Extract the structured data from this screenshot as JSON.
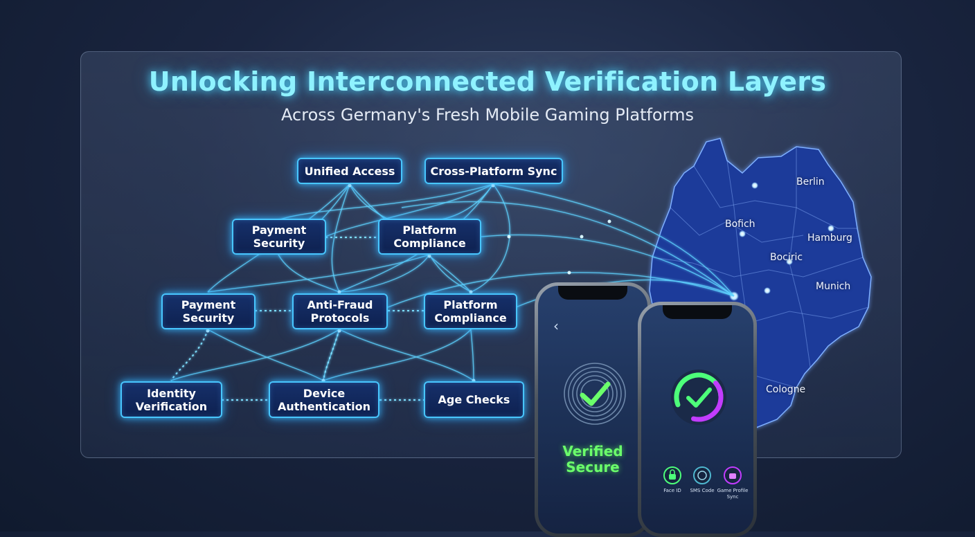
{
  "header": {
    "title": "Unlocking Interconnected Verification Layers",
    "subtitle": "Across Germany's Fresh Mobile Gaming Platforms"
  },
  "diagram": {
    "nodes": {
      "unified_access": "Unified Access",
      "cross_platform_sync": "Cross-Platform Sync",
      "payment_security_upper": "Payment\nSecurity",
      "platform_compliance_upper": "Platform\nCompliance",
      "payment_security_lower": "Payment\nSecurity",
      "anti_fraud_protocols": "Anti-Fraud\nProtocols",
      "platform_compliance_lower": "Platform\nCompliance",
      "identity_verification": "Identity\nVerification",
      "device_authentication": "Device\nAuthentication",
      "age_checks": "Age Checks"
    }
  },
  "map": {
    "cities": {
      "berlin": "Berlin",
      "bofich": "Bofich",
      "hamburg": "Hamburg",
      "bociric": "Bociric",
      "munich": "Munich",
      "cologne": "Cologne"
    }
  },
  "phone_left": {
    "status": "Verified\nSecure"
  },
  "phone_right": {
    "methods": {
      "face_id": "Face ID",
      "sms_code": "SMS Code",
      "game_profile_sync": "Game Profile\nSync"
    }
  },
  "colors": {
    "accent": "#48c6ff",
    "title_glow": "#8ff2ff",
    "success": "#6bff6b",
    "ring_green": "#4dff7a",
    "ring_purple": "#c23cff",
    "map_fill": "#1e3a9a"
  }
}
